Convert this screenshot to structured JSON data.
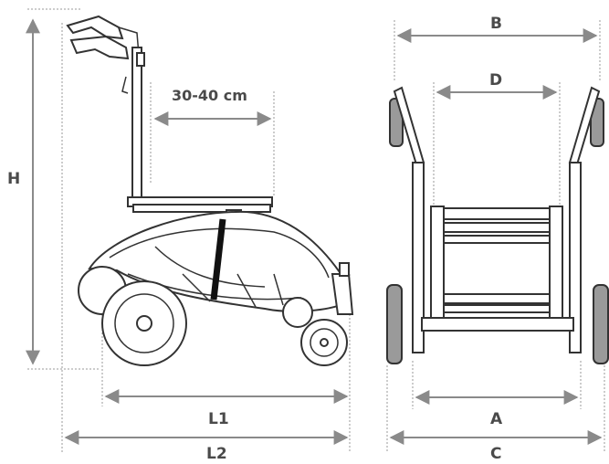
{
  "labels": {
    "height": "H",
    "seat_depth": "30-40 cm",
    "length_1": "L1",
    "length_2": "L2",
    "width_b": "B",
    "width_d": "D",
    "width_a": "A",
    "width_c": "C"
  },
  "colors": {
    "dimension_line": "#8a8a8a",
    "label_text": "#4a4a4a",
    "outline": "#333333",
    "tire_grey": "#9a9a9a",
    "belt": "#111111"
  }
}
